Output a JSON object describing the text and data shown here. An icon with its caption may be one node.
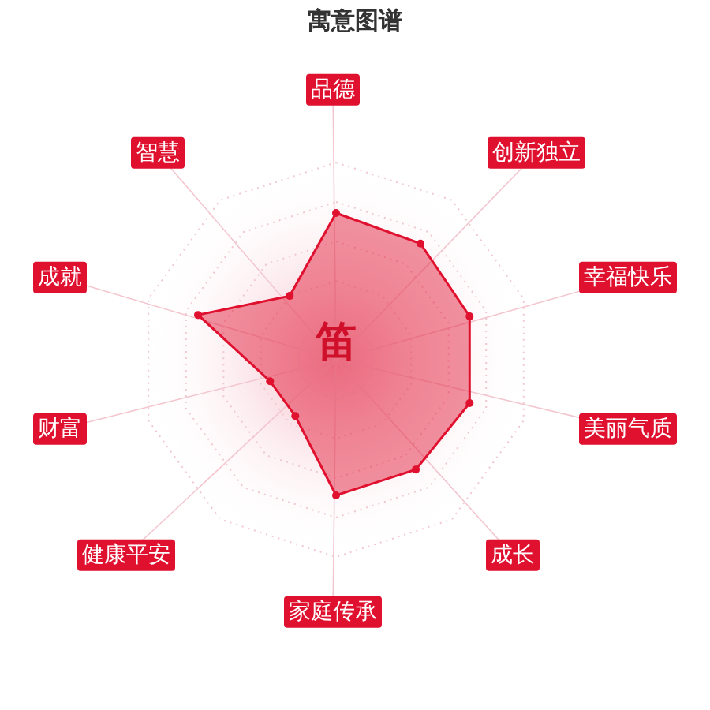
{
  "diagram": {
    "title": "寓意图谱",
    "labels": [
      "品德",
      "智慧",
      "创新独立",
      "成就",
      "幸福快乐",
      "笛",
      "财富",
      "美丽气质",
      "健康平安",
      "成长",
      "家庭传承"
    ]
  }
}
